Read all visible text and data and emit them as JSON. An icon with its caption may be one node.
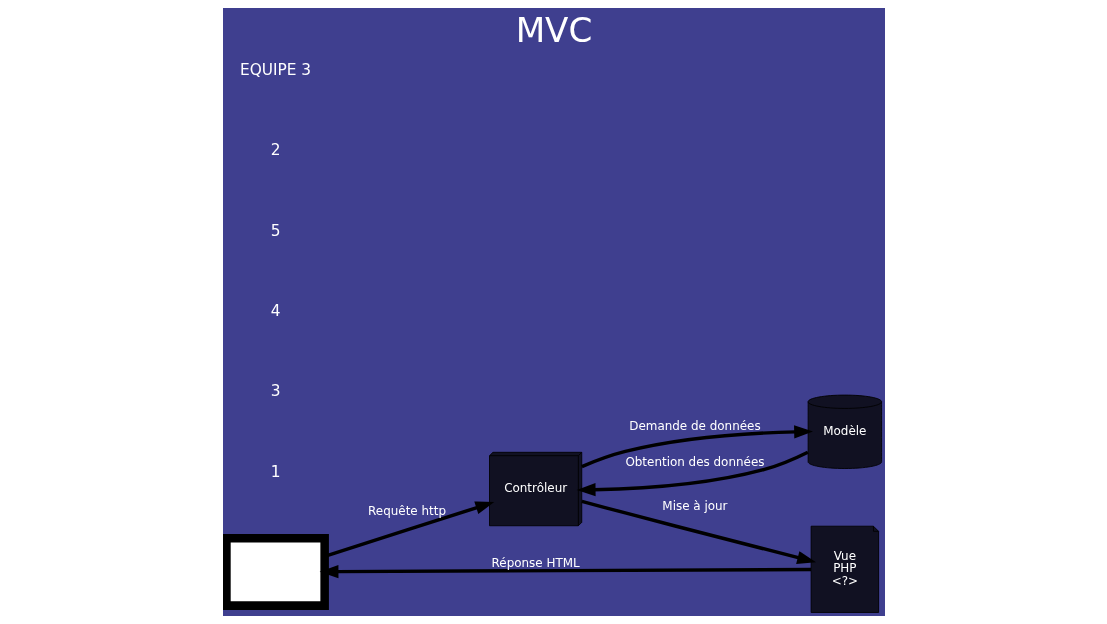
{
  "diagram": {
    "title": "MVC",
    "nodes": [
      {
        "text": [],
        "shape": "monitor"
      },
      {
        "text": [
          "Contrôleur"
        ]
      },
      {
        "text": [
          "Modèle"
        ]
      },
      {
        "text": [
          "Vue",
          "PHP",
          "<?>"
        ]
      }
    ],
    "edges": [
      {
        "from": 0,
        "to": 1,
        "arrow": "to",
        "label": "Requête http"
      },
      {
        "from": 1,
        "to": 2,
        "arrow": "to",
        "label": "Demande de données"
      },
      {
        "from": 2,
        "to": 1,
        "arrow": "to",
        "label": "Obtention des données"
      },
      {
        "from": 1,
        "to": 3,
        "arrow": "to",
        "label": "Mise à jour"
      },
      {
        "from": 3,
        "to": 0,
        "arrow": "to",
        "label": "Réponse HTML"
      }
    ],
    "labels": [
      "1",
      "3",
      "4",
      "5",
      "2",
      "EQUIPE 3"
    ]
  }
}
